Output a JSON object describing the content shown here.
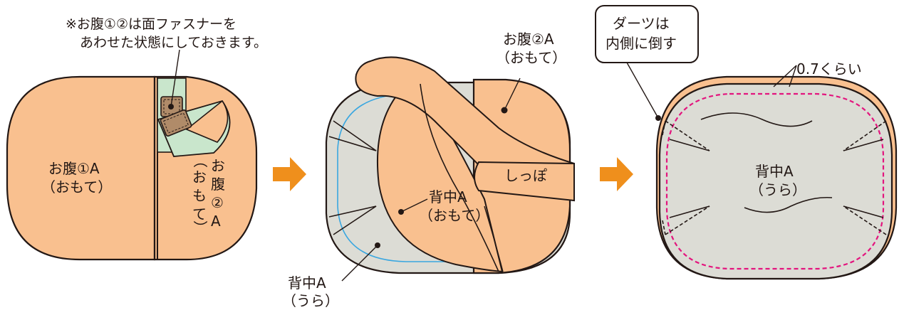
{
  "colors": {
    "fabric_front": "#f9c08f",
    "fabric_back": "#dcdcd5",
    "velcro": "#c9e6cc",
    "velcro_tab": "#b08b69",
    "arrow": "#ef8f1c",
    "stitch_line": "#e3157e",
    "guide_line": "#3aa7e0",
    "outline": "#231815"
  },
  "step1": {
    "note_line1": "※お腹①②は面ファスナーを",
    "note_line2": "あわせた状態にしておきます。",
    "belly1_line1": "お腹①A",
    "belly1_line2": "（おもて）",
    "belly2_chars": [
      "お",
      "腹",
      "②",
      "A"
    ],
    "belly2_paren": [
      "（",
      "お",
      "も",
      "て",
      "）"
    ]
  },
  "step2": {
    "belly2_line1": "お腹②A",
    "belly2_line2": "（おもて）",
    "tail_label": "しっぽ",
    "back_front_line1": "背中A",
    "back_front_line2": "（おもて）",
    "back_reverse_line1": "背中A",
    "back_reverse_line2": "（うら）"
  },
  "step3": {
    "dart_note_line1": "ダーツは",
    "dart_note_line2": "内側に倒す",
    "seam_allowance": "0.7くらい",
    "back_line1": "背中A",
    "back_line2": "（うら）"
  }
}
